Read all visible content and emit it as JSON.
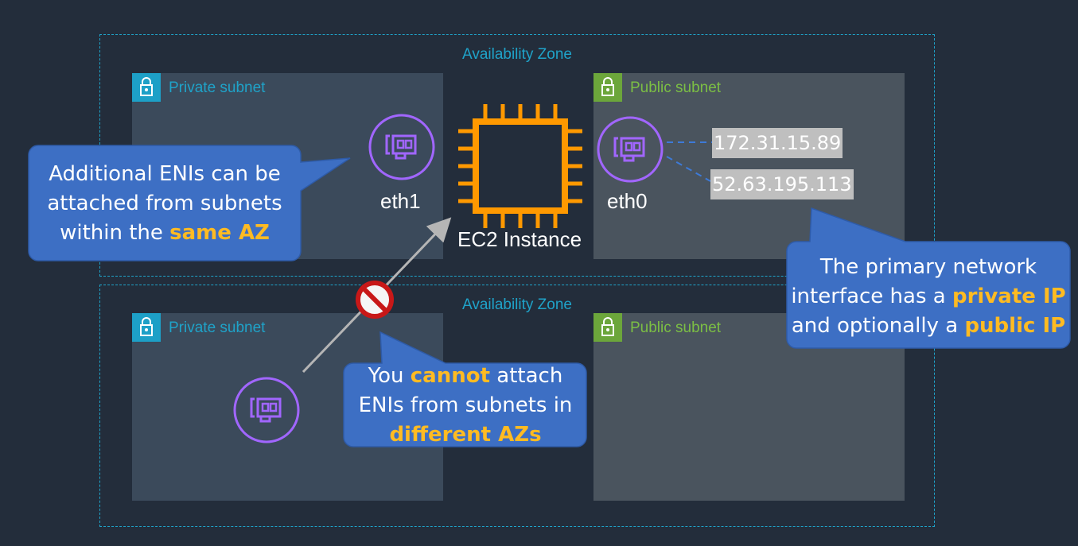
{
  "availability_zones": [
    {
      "label": "Availability Zone"
    },
    {
      "label": "Availability Zone"
    }
  ],
  "subnets": {
    "top_private": {
      "label": "Private subnet"
    },
    "top_public": {
      "label": "Public subnet"
    },
    "bottom_private": {
      "label": "Private subnet"
    },
    "bottom_public": {
      "label": "Public subnet"
    }
  },
  "instance": {
    "label": "EC2 Instance"
  },
  "interfaces": {
    "eth1": "eth1",
    "eth0": "eth0"
  },
  "ips": {
    "private": "172.31.15.89",
    "public": "52.63.195.113"
  },
  "callouts": {
    "left": {
      "line1": "Additional ENIs can be",
      "line2": "attached from subnets",
      "line3_pre": "within the ",
      "line3_hl": "same AZ"
    },
    "right": {
      "line1": "The primary network",
      "line2_pre": "interface has a ",
      "line2_hl": "private IP",
      "line3_pre": "and optionally a ",
      "line3_hl": "public IP"
    },
    "bottom": {
      "line1_pre": "You ",
      "line1_hl": "cannot",
      "line1_post": " attach",
      "line2": "ENIs from subnets in",
      "line3_hl": "different AZs"
    }
  },
  "colors": {
    "background": "#232d3b",
    "az_border": "#1fa3c9",
    "callout": "#3d6fc4",
    "highlight": "#ffbb22",
    "eni": "#a166ff",
    "ec2": "#ff9900"
  }
}
